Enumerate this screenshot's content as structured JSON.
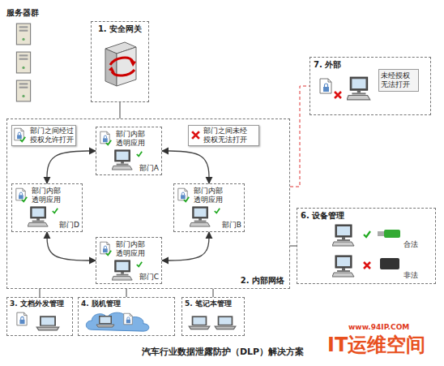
{
  "diagram": {
    "caption": "汽车行业数据泄露防护（DLP）解决方案",
    "nodes": [
      {
        "text": [
          "1. 安全网关"
        ]
      },
      {
        "text": [
          "7. 外部",
          "未经授权无法打开"
        ]
      },
      {
        "text": [
          "2. 内部网络"
        ]
      },
      {
        "text": [
          "部门之间经过授权允许打开"
        ],
        "in": 2
      },
      {
        "text": [
          "部门内部透明应用",
          "部门A"
        ],
        "in": 2
      },
      {
        "text": [
          "部门之间未经授权无法打开"
        ],
        "in": 2
      },
      {
        "text": [
          "部门内部透明应用",
          "部门D"
        ],
        "in": 2
      },
      {
        "text": [
          "部门内部透明应用",
          "部门B"
        ],
        "in": 2
      },
      {
        "text": [
          "部门内部透明应用",
          "部门C"
        ],
        "in": 2
      },
      {
        "text": [
          "6. 设备管理"
        ]
      },
      {
        "text": [
          "3. 文档外发管理"
        ]
      },
      {
        "text": [
          "4. 脱机管理"
        ]
      },
      {
        "text": [
          "5. 笔记本管理"
        ]
      }
    ],
    "edges": [
      {
        "from": 0,
        "to": 2,
        "arrow": "none"
      },
      {
        "from": 2,
        "to": 1,
        "arrow": "none"
      },
      {
        "from": 2,
        "to": 9,
        "arrow": "none"
      },
      {
        "from": 2,
        "to": 10,
        "arrow": "none"
      },
      {
        "from": 2,
        "to": 11,
        "arrow": "none"
      },
      {
        "from": 2,
        "to": 12,
        "arrow": "none"
      },
      {
        "from": 4,
        "to": 7,
        "arrow": "both"
      },
      {
        "from": 4,
        "to": 6,
        "arrow": "both"
      },
      {
        "from": 6,
        "to": 8,
        "arrow": "both"
      },
      {
        "from": 8,
        "to": 7,
        "arrow": "both"
      }
    ],
    "labels": [
      "服务器群",
      "合法",
      "非法",
      "www.94IP.COM",
      "IT运维空间"
    ]
  }
}
